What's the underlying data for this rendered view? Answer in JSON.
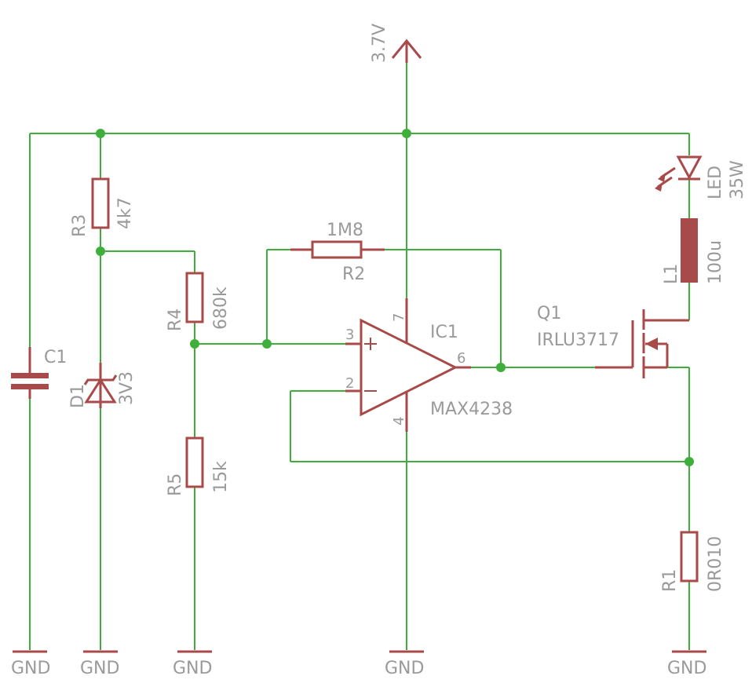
{
  "supply": {
    "label": "3.7V"
  },
  "gnd_labels": [
    "GND",
    "GND",
    "GND",
    "GND",
    "GND"
  ],
  "components": {
    "C1": {
      "name": "C1"
    },
    "D1": {
      "name": "D1",
      "value": "3V3"
    },
    "R1": {
      "name": "R1",
      "value": "0R010"
    },
    "R2": {
      "name": "R2",
      "value": "1M8"
    },
    "R3": {
      "name": "R3",
      "value": "4k7"
    },
    "R4": {
      "name": "R4",
      "value": "680k"
    },
    "R5": {
      "name": "R5",
      "value": "15k"
    },
    "IC1": {
      "name": "IC1",
      "value": "MAX4238",
      "pins": {
        "noninv": "3",
        "inv": "2",
        "out": "6",
        "vcc": "7",
        "gnd": "4"
      }
    },
    "Q1": {
      "name": "Q1",
      "value": "IRLU3717"
    },
    "L1": {
      "name": "L1",
      "value": "100u"
    },
    "LED": {
      "name": "LED",
      "value": "35W"
    }
  },
  "colors": {
    "wire": "#3fae3a",
    "symbol": "#a84a4a",
    "text": "#9a9a9a"
  }
}
